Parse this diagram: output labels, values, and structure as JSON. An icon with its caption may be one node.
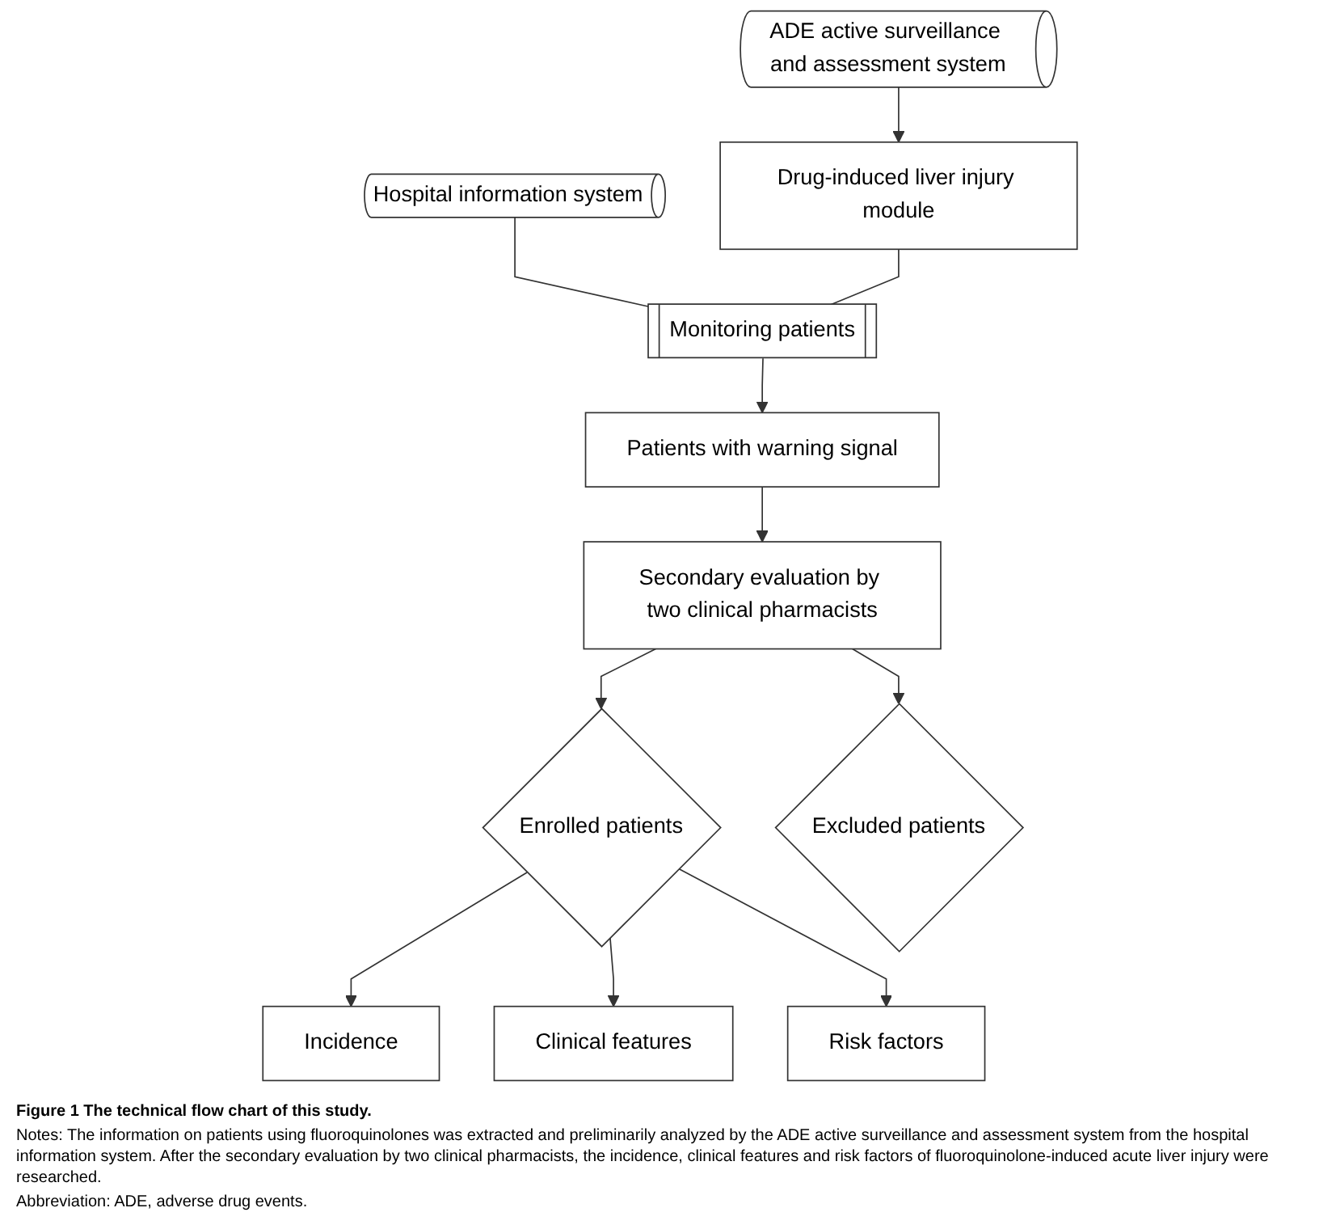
{
  "diagram": {
    "caption": "Figure 1 The technical flow chart of this study.",
    "nodes": [
      {
        "text": [
          "Hospital information system"
        ]
      },
      {
        "text": [
          "ADE active surveillance and assessment system"
        ]
      },
      {
        "text": [
          "Drug-induced liver injury module"
        ]
      },
      {
        "text": [
          "Monitoring patients"
        ]
      },
      {
        "text": [
          "Patients with warning signal"
        ]
      },
      {
        "text": [
          "Secondary evaluation by two clinical pharmacists"
        ]
      },
      {
        "text": [
          "Enrolled patients"
        ]
      },
      {
        "text": [
          "Excluded patients"
        ]
      },
      {
        "text": [
          "Incidence"
        ]
      },
      {
        "text": [
          "Clinical features"
        ]
      },
      {
        "text": [
          "Risk factors"
        ]
      }
    ],
    "edges": [
      {
        "from": 0,
        "to": 3,
        "arrow": "none"
      },
      {
        "from": 1,
        "to": 2,
        "arrow": "to"
      },
      {
        "from": 2,
        "to": 3,
        "arrow": "none"
      },
      {
        "from": 3,
        "to": 4,
        "arrow": "to"
      },
      {
        "from": 4,
        "to": 5,
        "arrow": "to"
      },
      {
        "from": 5,
        "to": 6,
        "arrow": "to"
      },
      {
        "from": 5,
        "to": 7,
        "arrow": "to"
      },
      {
        "from": 6,
        "to": 8,
        "arrow": "to"
      },
      {
        "from": 6,
        "to": 9,
        "arrow": "to"
      },
      {
        "from": 6,
        "to": 10,
        "arrow": "to"
      }
    ],
    "labels": [
      "Notes: The information on patients using fluoroquinolones was extracted and preliminarily analyzed by the ADE active surveillance and assessment system from the hospital information system. After the secondary evaluation by two clinical pharmacists, the incidence, clinical features and risk factors of fluoroquinolone-induced acute liver injury were researched.",
      "Abbreviation: ADE, adverse drug events."
    ]
  }
}
